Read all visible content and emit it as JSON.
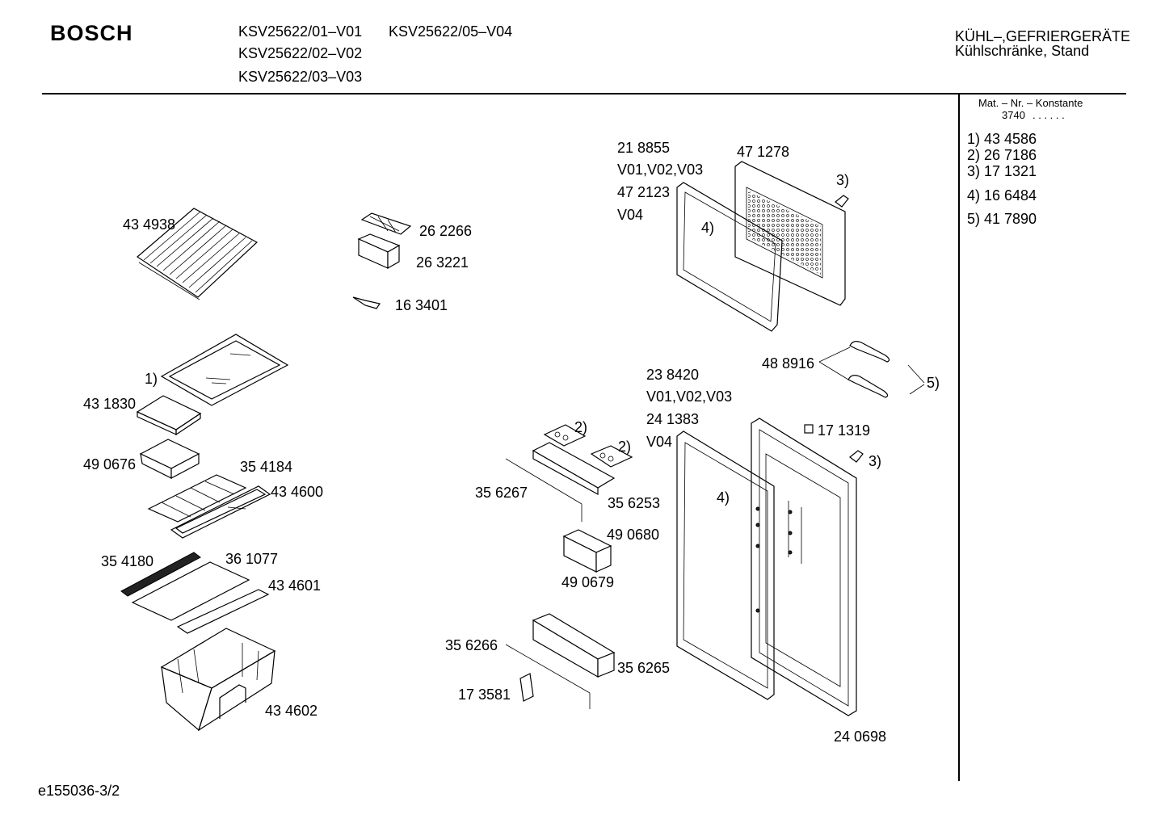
{
  "header": {
    "brand": "BOSCH",
    "models": [
      "KSV25622/01–V01",
      "KSV25622/02–V02",
      "KSV25622/03–V03",
      "KSV25622/05–V04"
    ],
    "category": "KÜHL–,GEFRIERGERÄTE",
    "subcategory": "Kühlschränke, Stand"
  },
  "side_panel": {
    "title": "Mat. – Nr. – Konstante",
    "prefix": "3740",
    "dots": ". . . . . .",
    "items": [
      "1) 43 4586",
      "2) 26 7186",
      "3) 17 1321",
      "4) 16 6484",
      "5) 41 7890"
    ]
  },
  "labels": {
    "shelf_grid": "43 4938",
    "ice_tray": "26 2266",
    "ice_box": "26 3221",
    "scraper": "16 3401",
    "ref_1": "1)",
    "frame": "43 1830",
    "drawer": "49 0676",
    "shelf_rail": "35 4184",
    "glass_shelf": "43 4600",
    "strip": "35 4180",
    "cover_plate": "36 1077",
    "glass_plate": "43 4601",
    "crisper": "43 4602",
    "freezer_door_a": "21 8855",
    "freezer_door_a_var": "V01,V02,V03",
    "freezer_door_b": "47 2123",
    "freezer_door_b_var": "V04",
    "freezer_panel": "47 1278",
    "ref_3_top": "3)",
    "ref_4_top": "4)",
    "handle": "48 8916",
    "ref_5": "5)",
    "main_door_a": "23 8420",
    "main_door_a_var": "V01,V02,V03",
    "main_door_b": "24 1383",
    "main_door_b_var": "V04",
    "hinge_pin": "17 1319",
    "ref_3_mid": "3)",
    "ref_2_a": "2)",
    "ref_2_b": "2)",
    "rack_a": "35 6267",
    "tray_a": "35 6253",
    "ref_4_mid": "4)",
    "holder_a": "49 0680",
    "holder_b": "49 0679",
    "rack_b": "35 6266",
    "tray_b": "35 6265",
    "clip": "17 3581",
    "door_seal": "24 0698"
  },
  "footer": {
    "code": "e155036-3/2"
  }
}
